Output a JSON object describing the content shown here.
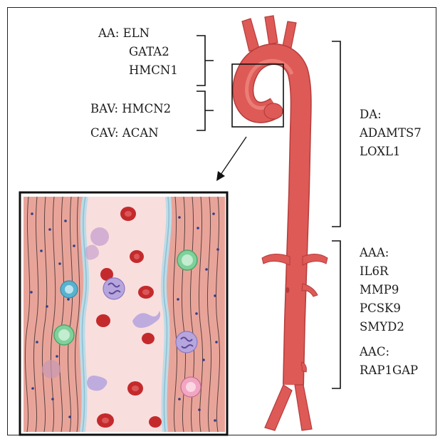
{
  "colors": {
    "aorta": "#de5a57",
    "aorta_dark": "#b43c3b",
    "aorta_light": "#f08d85",
    "muscle": "#e9a49a",
    "muscle_fiber": "#2b2222",
    "lumen": "#f9dede",
    "endothelium": "#bcdbe7",
    "rbc": "#c42a2c",
    "bracket": "#111111"
  },
  "gene_groups": {
    "aa": {
      "label": "AA:",
      "genes": [
        "ELN",
        "GATA2",
        "HMCN1"
      ]
    },
    "bav": {
      "label": "BAV:",
      "genes": [
        "HMCN2"
      ]
    },
    "cav": {
      "label": "CAV:",
      "genes": [
        "ACAN"
      ]
    },
    "da": {
      "label": "DA:",
      "genes": [
        "ADAMTS7",
        "LOXL1"
      ]
    },
    "aaa": {
      "label": "AAA:",
      "genes": [
        "IL6R",
        "MMP9",
        "PCSK9",
        "SMYD2"
      ]
    },
    "aac": {
      "label": "AAC:",
      "genes": [
        "RAP1GAP"
      ]
    }
  }
}
